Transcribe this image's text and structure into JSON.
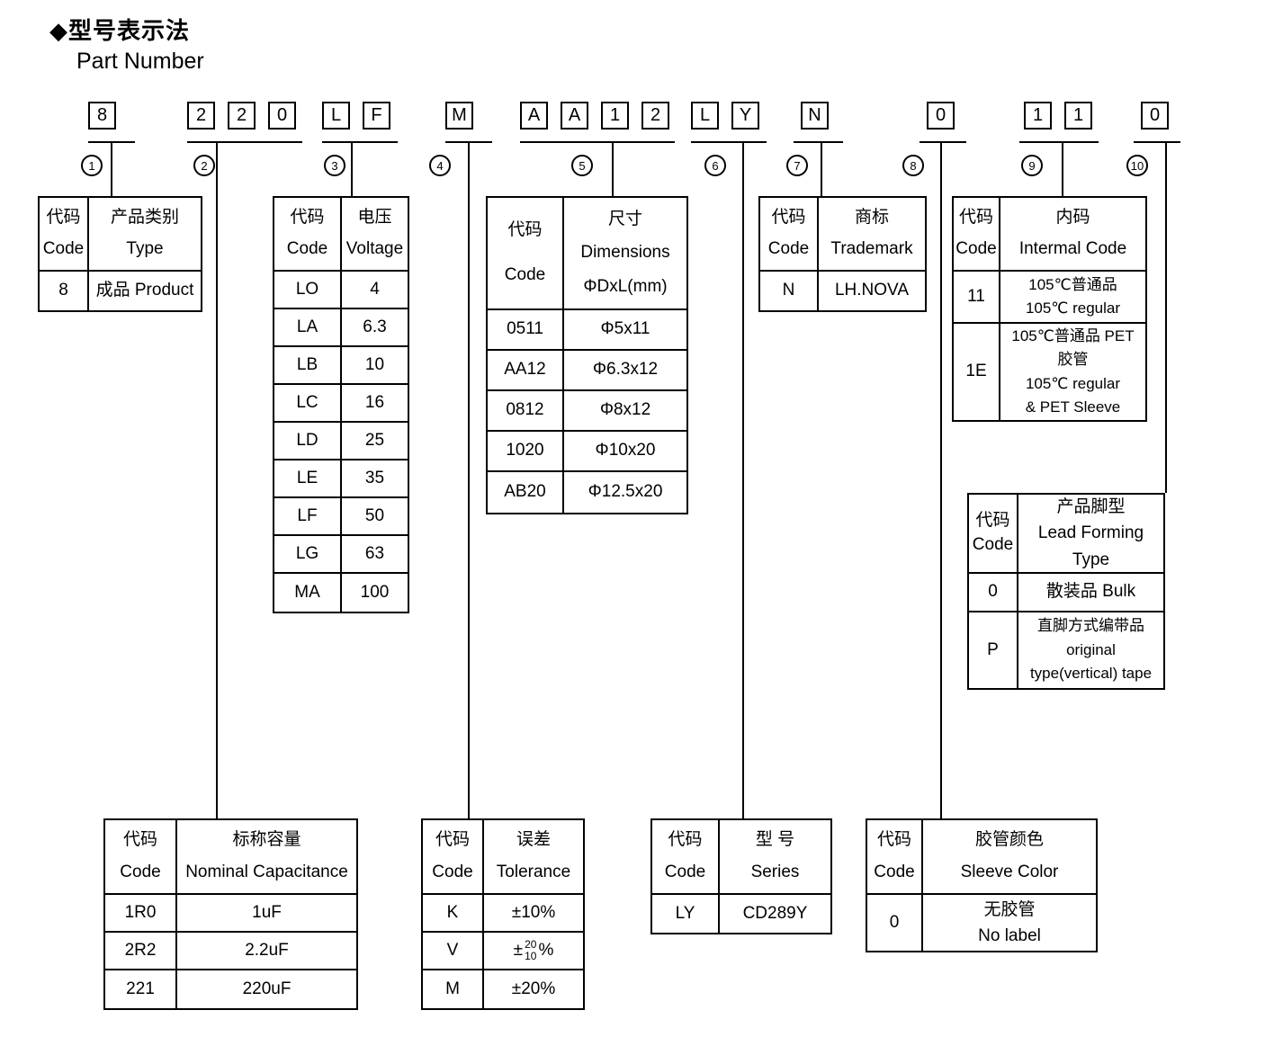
{
  "title": {
    "cn": "◆型号表示法",
    "en": "Part Number"
  },
  "segments": [
    {
      "num": "1",
      "chars": [
        "8"
      ]
    },
    {
      "num": "2",
      "chars": [
        "2",
        "2",
        "0"
      ]
    },
    {
      "num": "3",
      "chars": [
        "L",
        "F"
      ]
    },
    {
      "num": "4",
      "chars": [
        "M"
      ]
    },
    {
      "num": "5",
      "chars": [
        "A",
        "A",
        "1",
        "2"
      ]
    },
    {
      "num": "6",
      "chars": [
        "L",
        "Y"
      ]
    },
    {
      "num": "7",
      "chars": [
        "N"
      ]
    },
    {
      "num": "8",
      "chars": [
        "0"
      ]
    },
    {
      "num": "9",
      "chars": [
        "1",
        "1"
      ]
    },
    {
      "num": "10",
      "chars": [
        "0"
      ]
    }
  ],
  "tables": {
    "product": {
      "header": {
        "code_cn": "代码",
        "code_en": "Code",
        "val_cn": "产品类别",
        "val_en": "Type"
      },
      "rows": [
        {
          "code": "8",
          "value": "成品 Product"
        }
      ]
    },
    "voltage": {
      "header": {
        "code_cn": "代码",
        "code_en": "Code",
        "val_cn": "电压",
        "val_en": "Voltage"
      },
      "rows": [
        [
          "LO",
          "4"
        ],
        [
          "LA",
          "6.3"
        ],
        [
          "LB",
          "10"
        ],
        [
          "LC",
          "16"
        ],
        [
          "LD",
          "25"
        ],
        [
          "LE",
          "35"
        ],
        [
          "LF",
          "50"
        ],
        [
          "LG",
          "63"
        ],
        [
          "MA",
          "100"
        ]
      ]
    },
    "dimensions": {
      "header": {
        "code_cn": "代码",
        "code_en": "Code",
        "val_cn": "尺寸",
        "val_en": "Dimensions",
        "val_unit": "ΦDxL(mm)"
      },
      "rows": [
        [
          "0511",
          "Φ5x11"
        ],
        [
          "AA12",
          "Φ6.3x12"
        ],
        [
          "0812",
          "Φ8x12"
        ],
        [
          "1020",
          "Φ10x20"
        ],
        [
          "AB20",
          "Φ12.5x20"
        ]
      ]
    },
    "trademark": {
      "header": {
        "code_cn": "代码",
        "code_en": "Code",
        "val_cn": "商标",
        "val_en": "Trademark"
      },
      "rows": [
        [
          "N",
          "LH.NOVA"
        ]
      ]
    },
    "internal": {
      "header": {
        "code_cn": "代码",
        "code_en": "Code",
        "val_cn": "内码",
        "val_en": "Intermal Code"
      },
      "rows": [
        {
          "code": "11",
          "lines": [
            "105℃普通品",
            "105℃ regular"
          ]
        },
        {
          "code": "1E",
          "lines": [
            "105℃普通品 PET",
            "胶管",
            "105℃ regular",
            "& PET Sleeve"
          ]
        }
      ]
    },
    "lead": {
      "header": {
        "code_cn": "代码",
        "code_en": "Code",
        "val_cn": "产品脚型",
        "val_en1": "Lead Forming",
        "val_en2": "Type"
      },
      "rows": [
        {
          "code": "0",
          "lines": [
            "散装品 Bulk"
          ]
        },
        {
          "code": "P",
          "lines": [
            "直脚方式编带品",
            "original",
            "type(vertical) tape"
          ]
        }
      ]
    },
    "capacitance": {
      "header": {
        "code_cn": "代码",
        "code_en": "Code",
        "val_cn": "标称容量",
        "val_en": "Nominal Capacitance"
      },
      "rows": [
        [
          "1R0",
          "1uF"
        ],
        [
          "2R2",
          "2.2uF"
        ],
        [
          "221",
          "220uF"
        ]
      ]
    },
    "tolerance": {
      "header": {
        "code_cn": "代码",
        "code_en": "Code",
        "val_cn": "误差",
        "val_en": "Tolerance"
      },
      "rows": [
        {
          "code": "K",
          "value": "±10%"
        },
        {
          "code": "V",
          "pm": "±",
          "sup": "20",
          "sub": "10",
          "pct": "%"
        },
        {
          "code": "M",
          "value": "±20%"
        }
      ]
    },
    "series": {
      "header": {
        "code_cn": "代码",
        "code_en": "Code",
        "val_cn": "型 号",
        "val_en": "Series"
      },
      "rows": [
        [
          "LY",
          "CD289Y"
        ]
      ]
    },
    "sleeve": {
      "header": {
        "code_cn": "代码",
        "code_en": "Code",
        "val_cn": "胶管颜色",
        "val_en": "Sleeve Color"
      },
      "rows": [
        {
          "code": "0",
          "lines": [
            "无胶管",
            "No label"
          ]
        }
      ]
    }
  }
}
